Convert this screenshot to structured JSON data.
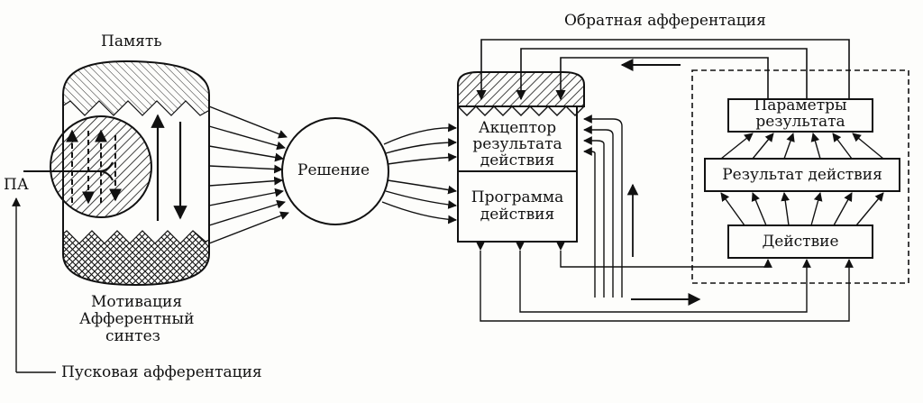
{
  "labels": {
    "memory": "Память",
    "motivation": "Мотивация",
    "afferent_synthesis_1": "Афферентный",
    "afferent_synthesis_2": "синтез",
    "pa": "ПА",
    "trigger": "Пусковая афферентация",
    "decision": "Решение",
    "acceptor_1": "Акцептор",
    "acceptor_2": "результата",
    "acceptor_3": "действия",
    "program_1": "Программа",
    "program_2": "действия",
    "feedback": "Обратная афферентация",
    "params_1": "Параметры",
    "params_2": "результата",
    "result": "Результат действия",
    "action": "Действие"
  },
  "colors": {
    "ink": "#111111",
    "paper": "#fdfdfb"
  }
}
